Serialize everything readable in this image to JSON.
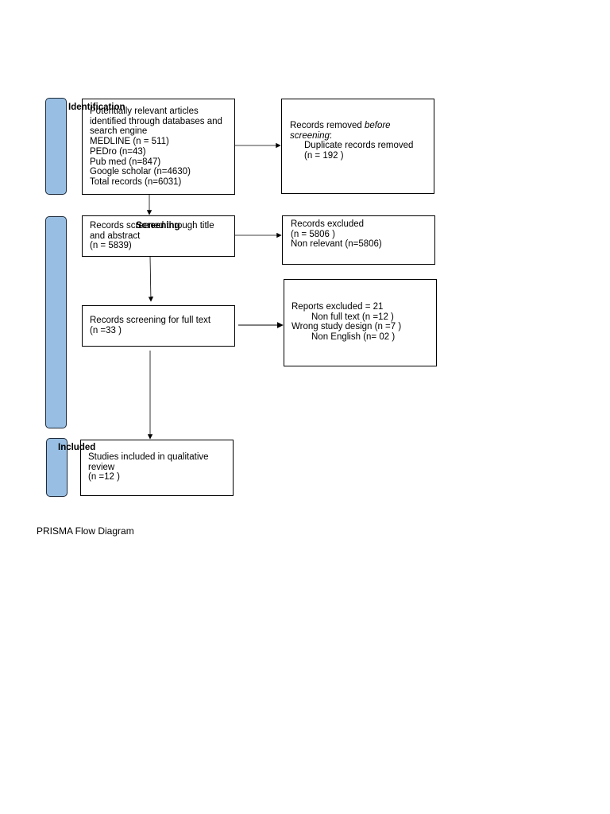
{
  "stages": {
    "identification": "Identification",
    "screening": "Screening",
    "included": "Included"
  },
  "identified_box": {
    "lines": [
      "Potentially relevant articles",
      "identified through databases and",
      "search engine",
      "MEDLINE (n = 511)",
      "PEDro (n=43)",
      "Pub med (n=847)",
      "Google scholar (n=4630)",
      "Total records (n=6031)"
    ]
  },
  "removed_box": {
    "line1_prefix": "Records removed ",
    "line1_emph": "before",
    "line2_emph": "screening",
    "line2_suffix": ":",
    "line3": "Duplicate records removed",
    "line4": "(n = 192 )"
  },
  "screened_box": {
    "lines": [
      "Records screened through title",
      "and abstract",
      "(n = 5839)"
    ]
  },
  "excluded_box": {
    "lines": [
      "Records excluded",
      "(n = 5806 )",
      "Non relevant (n=5806)"
    ]
  },
  "fulltext_box": {
    "lines": [
      "Records screening for full text",
      "(n =33 )"
    ]
  },
  "reports_excluded_box": {
    "lines": [
      "Reports excluded = 21",
      "Non full text (n =12 )",
      "Wrong study design (n =7 )",
      "Non English (n= 02 )"
    ]
  },
  "included_box": {
    "lines": [
      "Studies included in qualitative",
      "review",
      "(n =12 )"
    ]
  },
  "caption": "PRISMA Flow Diagram",
  "colors": {
    "stage_fill": "#98bfe3",
    "stage_border": "#1f2a3a",
    "line": "#000000"
  }
}
